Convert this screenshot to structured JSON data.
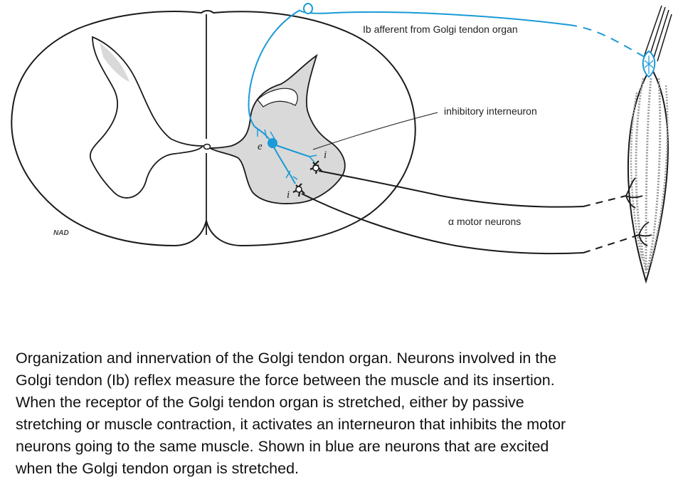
{
  "labels": {
    "ib_afferent": "Ib afferent from Golgi tendon organ",
    "inhibitory_interneuron": "inhibitory interneuron",
    "alpha_motor_neurons": "α motor neurons",
    "excitatory_mark": "e",
    "inhibitory_mark_upper": "i",
    "inhibitory_mark_lower": "i",
    "artist_signature": "NAD"
  },
  "colors": {
    "excited_neuron": "#1a9ad6",
    "outline": "#1a1a1a",
    "gray_matter": "#d9d9d9"
  },
  "caption": {
    "lines": [
      "Organization and innervation of the Golgi tendon organ. Neurons involved in the",
      "Golgi tendon (Ib) reflex measure the force between the muscle and its insertion.",
      "When the receptor of the Golgi tendon organ is stretched, either by passive",
      "stretching or muscle contraction, it activates an interneuron that inhibits the motor",
      "neurons going to the same muscle. Shown in blue are neurons that are excited",
      "when the Golgi tendon organ is stretched."
    ]
  }
}
